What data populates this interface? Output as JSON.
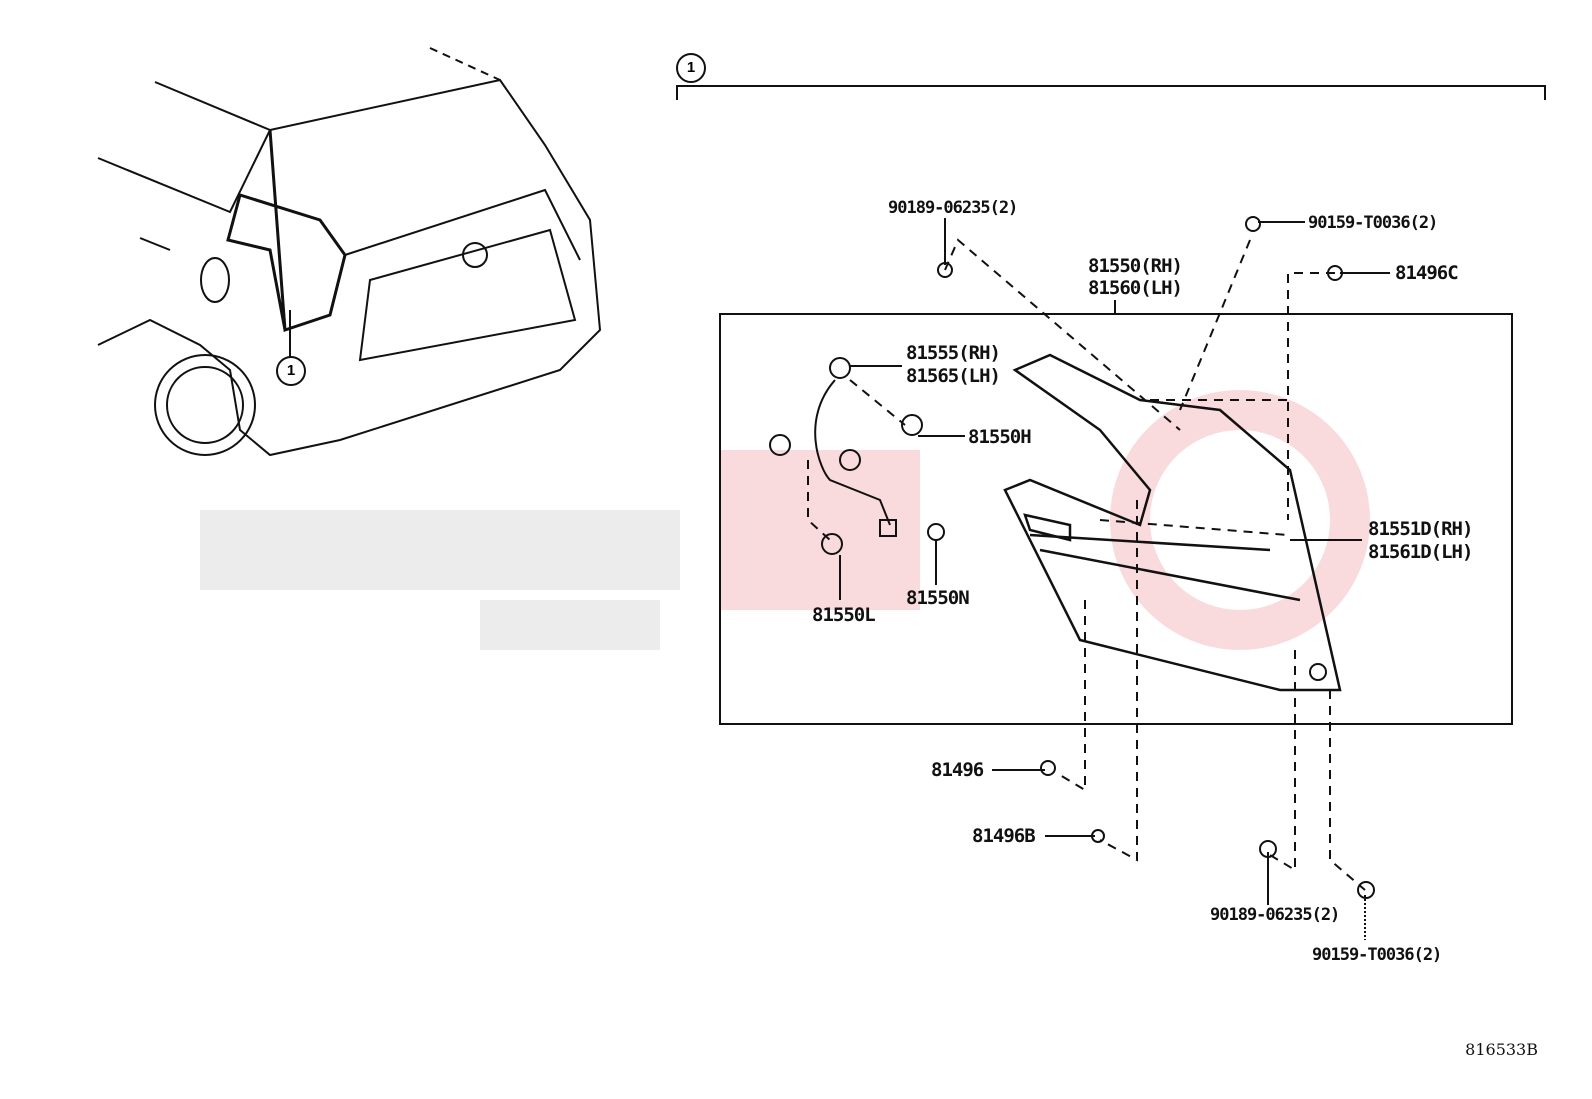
{
  "diagram": {
    "assembly_callout": "1",
    "vehicle_callout": "1",
    "labels": {
      "screw_top": "90189-06235(2)",
      "bolt_top": "90159-T0036(2)",
      "lamp_assy_rh": "81550(RH)",
      "lamp_assy_lh": "81560(LH)",
      "clip_c": "81496C",
      "socket_rh": "81555(RH)",
      "socket_lh": "81565(LH)",
      "bulb_h": "81550H",
      "lens_rh": "81551D(RH)",
      "lens_lh": "81561D(LH)",
      "bulb_l": "81550L",
      "bulb_n": "81550N",
      "clip": "81496",
      "clip_b": "81496B",
      "screw_bottom": "90189-06235(2)",
      "bolt_bottom": "90159-T0036(2)"
    },
    "figure_code": "816533B"
  },
  "colors": {
    "line": "#111111",
    "watermark": "#e23b4a"
  }
}
